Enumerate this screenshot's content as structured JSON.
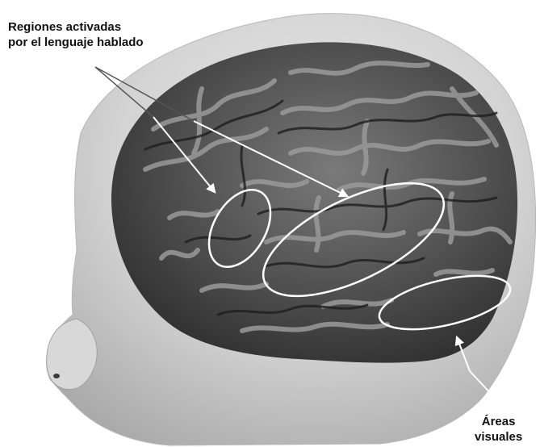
{
  "labels": {
    "spoken_language": {
      "line1": "Regiones activadas",
      "line2": "por el lenguaje hablado"
    },
    "visual_areas": {
      "line1": "Áreas",
      "line2": "visuales"
    }
  },
  "colors": {
    "background": "#ffffff",
    "head": "#cfcfcf",
    "brain": "#4a4a4a",
    "highlight": "#ffffff",
    "label_text": "#111111"
  }
}
